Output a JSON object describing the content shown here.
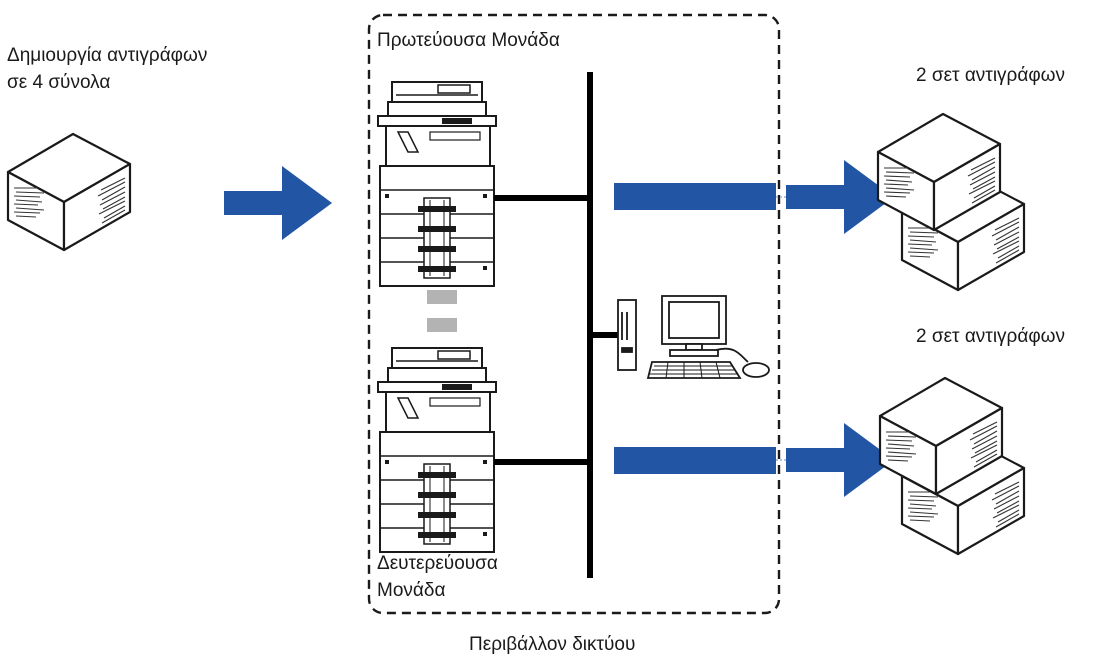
{
  "source": {
    "line1": "Δημιουργία αντιγράφων",
    "line2": "σε 4 σύνολα"
  },
  "primary_unit_label": "Πρωτεύουσα Μονάδα",
  "secondary_unit_label": {
    "line1": "Δευτερεύουσα",
    "line2": "Μονάδα"
  },
  "output_top_label": "2 σετ αντιγράφων",
  "output_bottom_label": "2 σετ αντιγράφων",
  "network_label": "Περιβάλλον δικτύου",
  "colors": {
    "arrow": "#2255a4",
    "connector": "#b3b3b3",
    "line": "#000000"
  },
  "icons": [
    "paper-stack-icon",
    "copier-icon",
    "computer-icon",
    "right-arrow-icon"
  ]
}
